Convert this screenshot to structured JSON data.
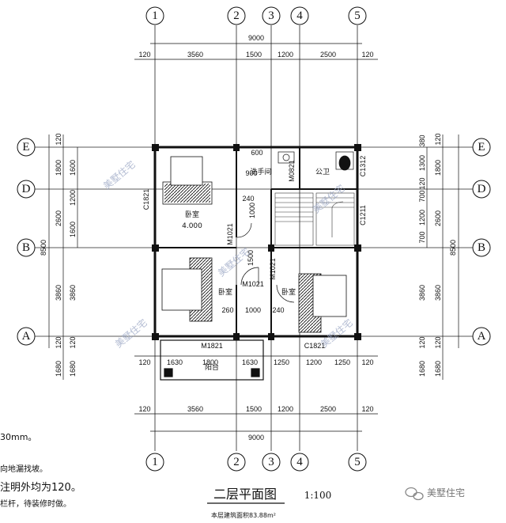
{
  "axes": {
    "vertical": [
      "1",
      "2",
      "3",
      "4",
      "5"
    ],
    "horizontal": [
      "E",
      "D",
      "B",
      "A"
    ]
  },
  "dims": {
    "total_width": "9000",
    "top_row": [
      "120",
      "3560",
      "1500",
      "1200",
      "2500",
      "120"
    ],
    "bottom_row": [
      "120",
      "3560",
      "1500",
      "1200",
      "2500",
      "120"
    ],
    "balcony_row": [
      "120",
      "1630",
      "1800",
      "1630",
      "1250",
      "1200",
      "1250",
      "120"
    ],
    "left_outer": "8500",
    "left_inner": [
      "120",
      "1800",
      "2600",
      "3860",
      "120",
      "1680"
    ],
    "left_sub": [
      "1600",
      "1200",
      "1600"
    ],
    "right_outer": "8500",
    "right_inner": [
      "120",
      "1800",
      "2600",
      "3860",
      "120",
      "1680"
    ],
    "right_sub": [
      "1300",
      "120",
      "700",
      "1200",
      "700",
      "380"
    ],
    "inner_small": [
      "900",
      "600",
      "1000",
      "240",
      "1500",
      "260",
      "1000",
      "240"
    ]
  },
  "rooms": {
    "bedroom": "卧室",
    "bedroom_elev": "4.000",
    "bath": "公卫",
    "wash": "洗手间",
    "balcony": "阳台"
  },
  "door_codes": [
    "C1821",
    "M0821",
    "C1312",
    "C1211",
    "M1021",
    "M1021",
    "M1021",
    "M1821",
    "C1821"
  ],
  "notes": [
    "30mm。",
    "向地漏找坡。",
    "注明外均为120。",
    "栏杆，待装修时做。"
  ],
  "title": "二层平面图",
  "scale": "1:100",
  "area_note": "本层建筑面积83.88m²",
  "watermark": "美墅住宅",
  "stamps": [
    "美墅住宅",
    "美墅住宅",
    "美墅住宅",
    "美墅住宅",
    "美墅住宅"
  ]
}
